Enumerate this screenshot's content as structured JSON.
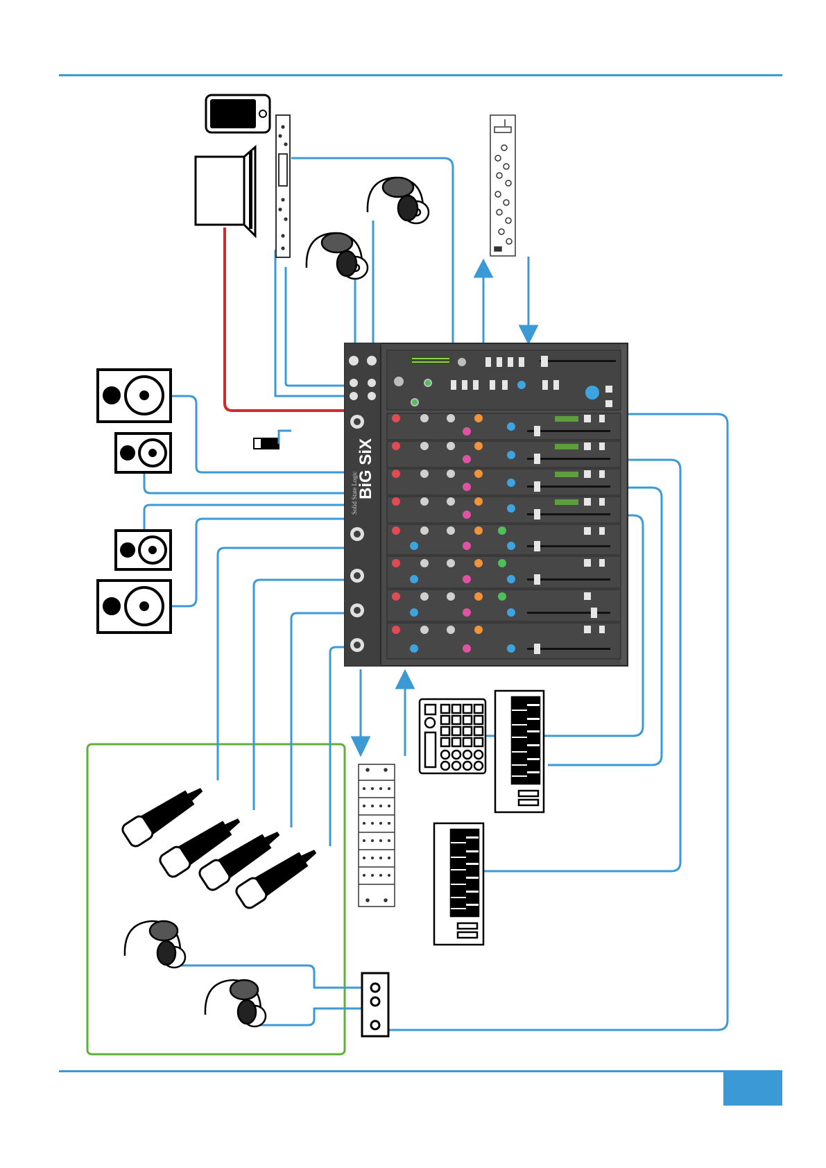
{
  "mixer": {
    "brand": "Solid State Logic",
    "model": "BiG SiX"
  },
  "page": {
    "number": ""
  },
  "colors": {
    "rule": "#3b9ad6",
    "cable": "#3b9ad6",
    "computer_cable": "#d12a2a",
    "live_room": "#5fb03a",
    "mixer_body": "#4a4a4a"
  },
  "equipment": [
    "phone-icon",
    "laptop-icon",
    "rack-interface",
    "outboard-processor",
    "headphones-icon",
    "studio-monitor-icon",
    "microphone-icon",
    "patchbay",
    "drum-machine",
    "keyboard-controller",
    "headphone-amp",
    "direct-input-box"
  ]
}
